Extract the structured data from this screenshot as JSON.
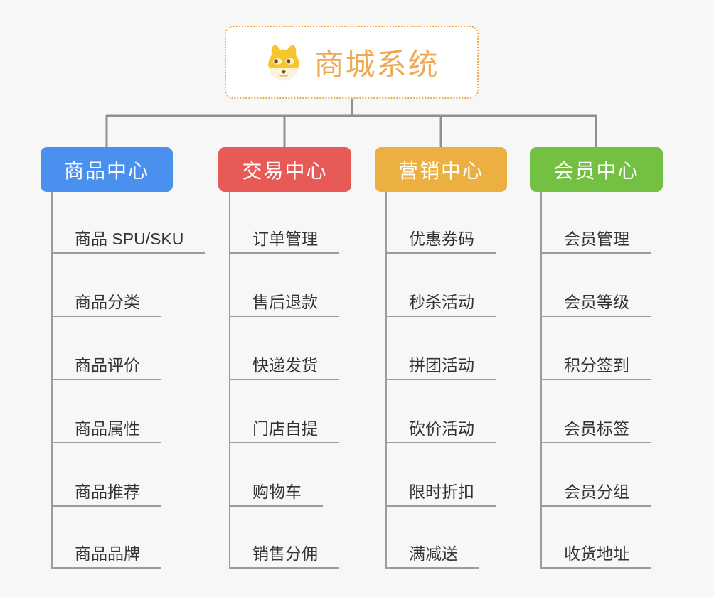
{
  "page": {
    "background": "#f7f7f7"
  },
  "connector_color": "#909090",
  "root": {
    "title": "商城系统",
    "icon": "dog-face-icon",
    "title_color": "#f0a850",
    "border_color": "#f2a64b"
  },
  "branches": [
    {
      "label": "商品中心",
      "color": "#4a90ef",
      "children": [
        "商品 SPU/SKU",
        "商品分类",
        "商品评价",
        "商品属性",
        "商品推荐",
        "商品品牌"
      ]
    },
    {
      "label": "交易中心",
      "color": "#e85a55",
      "children": [
        "订单管理",
        "售后退款",
        "快递发货",
        "门店自提",
        "购物车",
        "销售分佣"
      ]
    },
    {
      "label": "营销中心",
      "color": "#ecaf42",
      "children": [
        "优惠券码",
        "秒杀活动",
        "拼团活动",
        "砍价活动",
        "限时折扣",
        "满减送"
      ]
    },
    {
      "label": "会员中心",
      "color": "#74c043",
      "children": [
        "会员管理",
        "会员等级",
        "积分签到",
        "会员标签",
        "会员分组",
        "收货地址"
      ]
    }
  ]
}
